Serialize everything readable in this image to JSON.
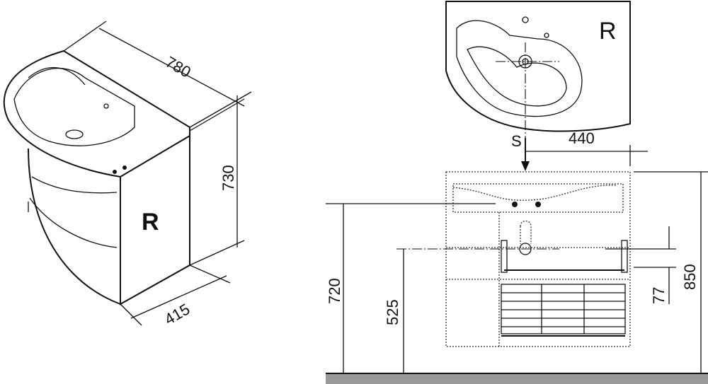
{
  "iso_view": {
    "side_label": "R",
    "dimensions": {
      "width": "780",
      "height": "730",
      "depth": "415"
    }
  },
  "top_view": {
    "side_label": "R",
    "siphon_label": "S",
    "offset": "440"
  },
  "front_view": {
    "dimensions": {
      "basin_height": "720",
      "drain_height": "525",
      "total_height": "850",
      "drain_offset": "77"
    }
  }
}
